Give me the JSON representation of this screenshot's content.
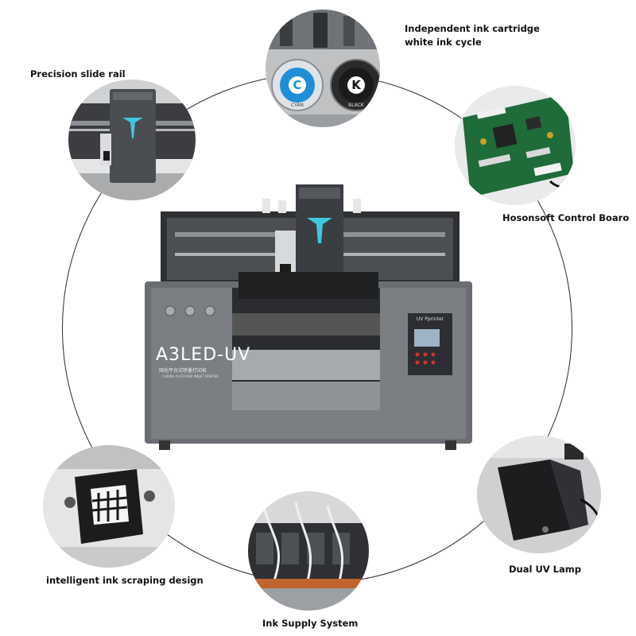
{
  "features": {
    "precision_slide_rail": "Precision slide rail",
    "ink_cartridge_line1": "Independent ink cartridge",
    "ink_cartridge_line2": "white ink cycle",
    "control_board": "Hosonsoft Control Boaro",
    "ink_scraping": "intelligent ink scraping design",
    "ink_supply": "Ink Supply System",
    "uv_lamp": "Dual UV Lamp"
  },
  "cartridges": {
    "cyan_letter": "C",
    "cyan_label": "CYAN",
    "black_letter": "K",
    "black_label": "BLACK"
  },
  "printer": {
    "model": "A3LED-UV",
    "subtitle_cn": "固化平台式喷墨打印机",
    "subtitle_en": "CURING PLATFORM INKJET PRINTER",
    "panel_label": "UV Pprinter"
  },
  "colors": {
    "logo_teal": "#3ec8df",
    "cyan_cap": "#1e8fd6",
    "black_cap": "#1a1a1a",
    "board_green": "#1f6b3a"
  }
}
